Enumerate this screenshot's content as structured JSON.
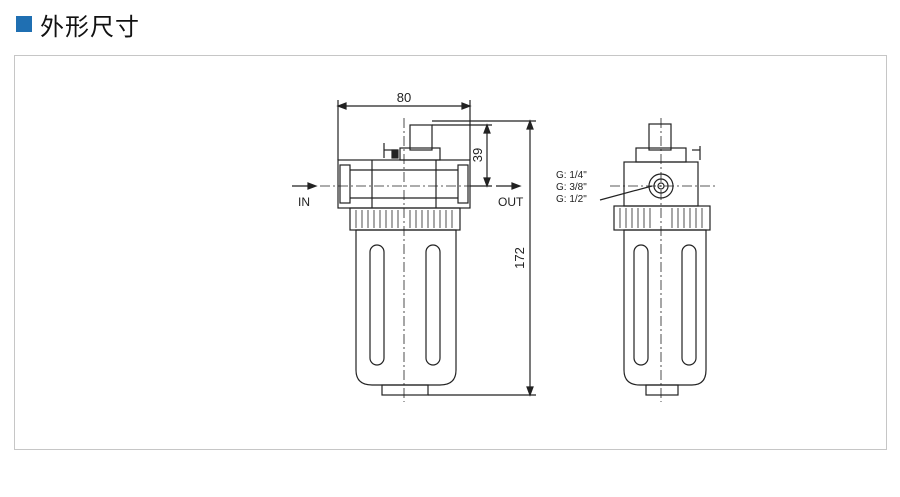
{
  "header": {
    "title": "外形尺寸",
    "accent_color": "#1f6fb2"
  },
  "diagram": {
    "dim_width": "80",
    "dim_top": "39",
    "dim_height": "172",
    "port_in": "IN",
    "port_out": "OUT",
    "thread_sizes": [
      "G: 1/4\"",
      "G: 3/8\"",
      "G: 1/2\""
    ]
  }
}
